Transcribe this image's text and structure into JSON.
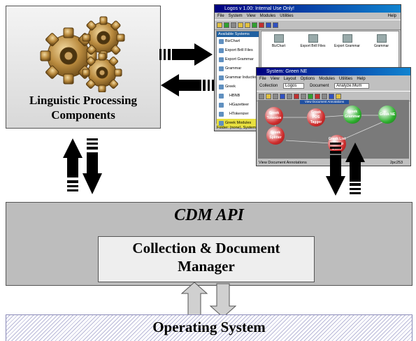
{
  "linguistic": {
    "label_line1": "Linguistic Processing",
    "label_line2": "Components"
  },
  "cdm": {
    "title": "CDM API",
    "inner_line1": "Collection & Document",
    "inner_line2": "Manager"
  },
  "os": {
    "label": "Operating System"
  },
  "logos_window": {
    "title": "Logos v 1.00: Internal Use Only!",
    "menu": [
      "File",
      "System",
      "View",
      "Modules",
      "Utilities"
    ],
    "help": "Help",
    "tree_header": "Available Systems",
    "tree_items": [
      "BizChart",
      "Export Brill Files",
      "Export Grammar",
      "Grammar",
      "Grammar Inductio",
      "Greek",
      "HBNB",
      "HGazetteer",
      "HTokenizer",
      "Greek Modules"
    ],
    "icons": [
      "BizChart",
      "Export Brill Files",
      "Export Grammar",
      "Grammar"
    ],
    "status": "Folder: (none),  System"
  },
  "green_window": {
    "title": "System: Green NE",
    "menu": [
      "File",
      "View",
      "Layout",
      "Options",
      "Modules",
      "Utilities",
      "Help"
    ],
    "collection_label": "Collection",
    "collection_value": "Logos",
    "document_label": "Document",
    "document_value": "Analyze.Mum",
    "annotation_bar": "View Document Annotations",
    "nodes": [
      "Greek Tokenize",
      "Greek POS Tagger",
      "Greek Grammar",
      "Greek NE",
      "Greek Splitter",
      "Greek List Lookup Dictio"
    ],
    "status": "View Document Annotations",
    "status_right": "2pc253"
  }
}
